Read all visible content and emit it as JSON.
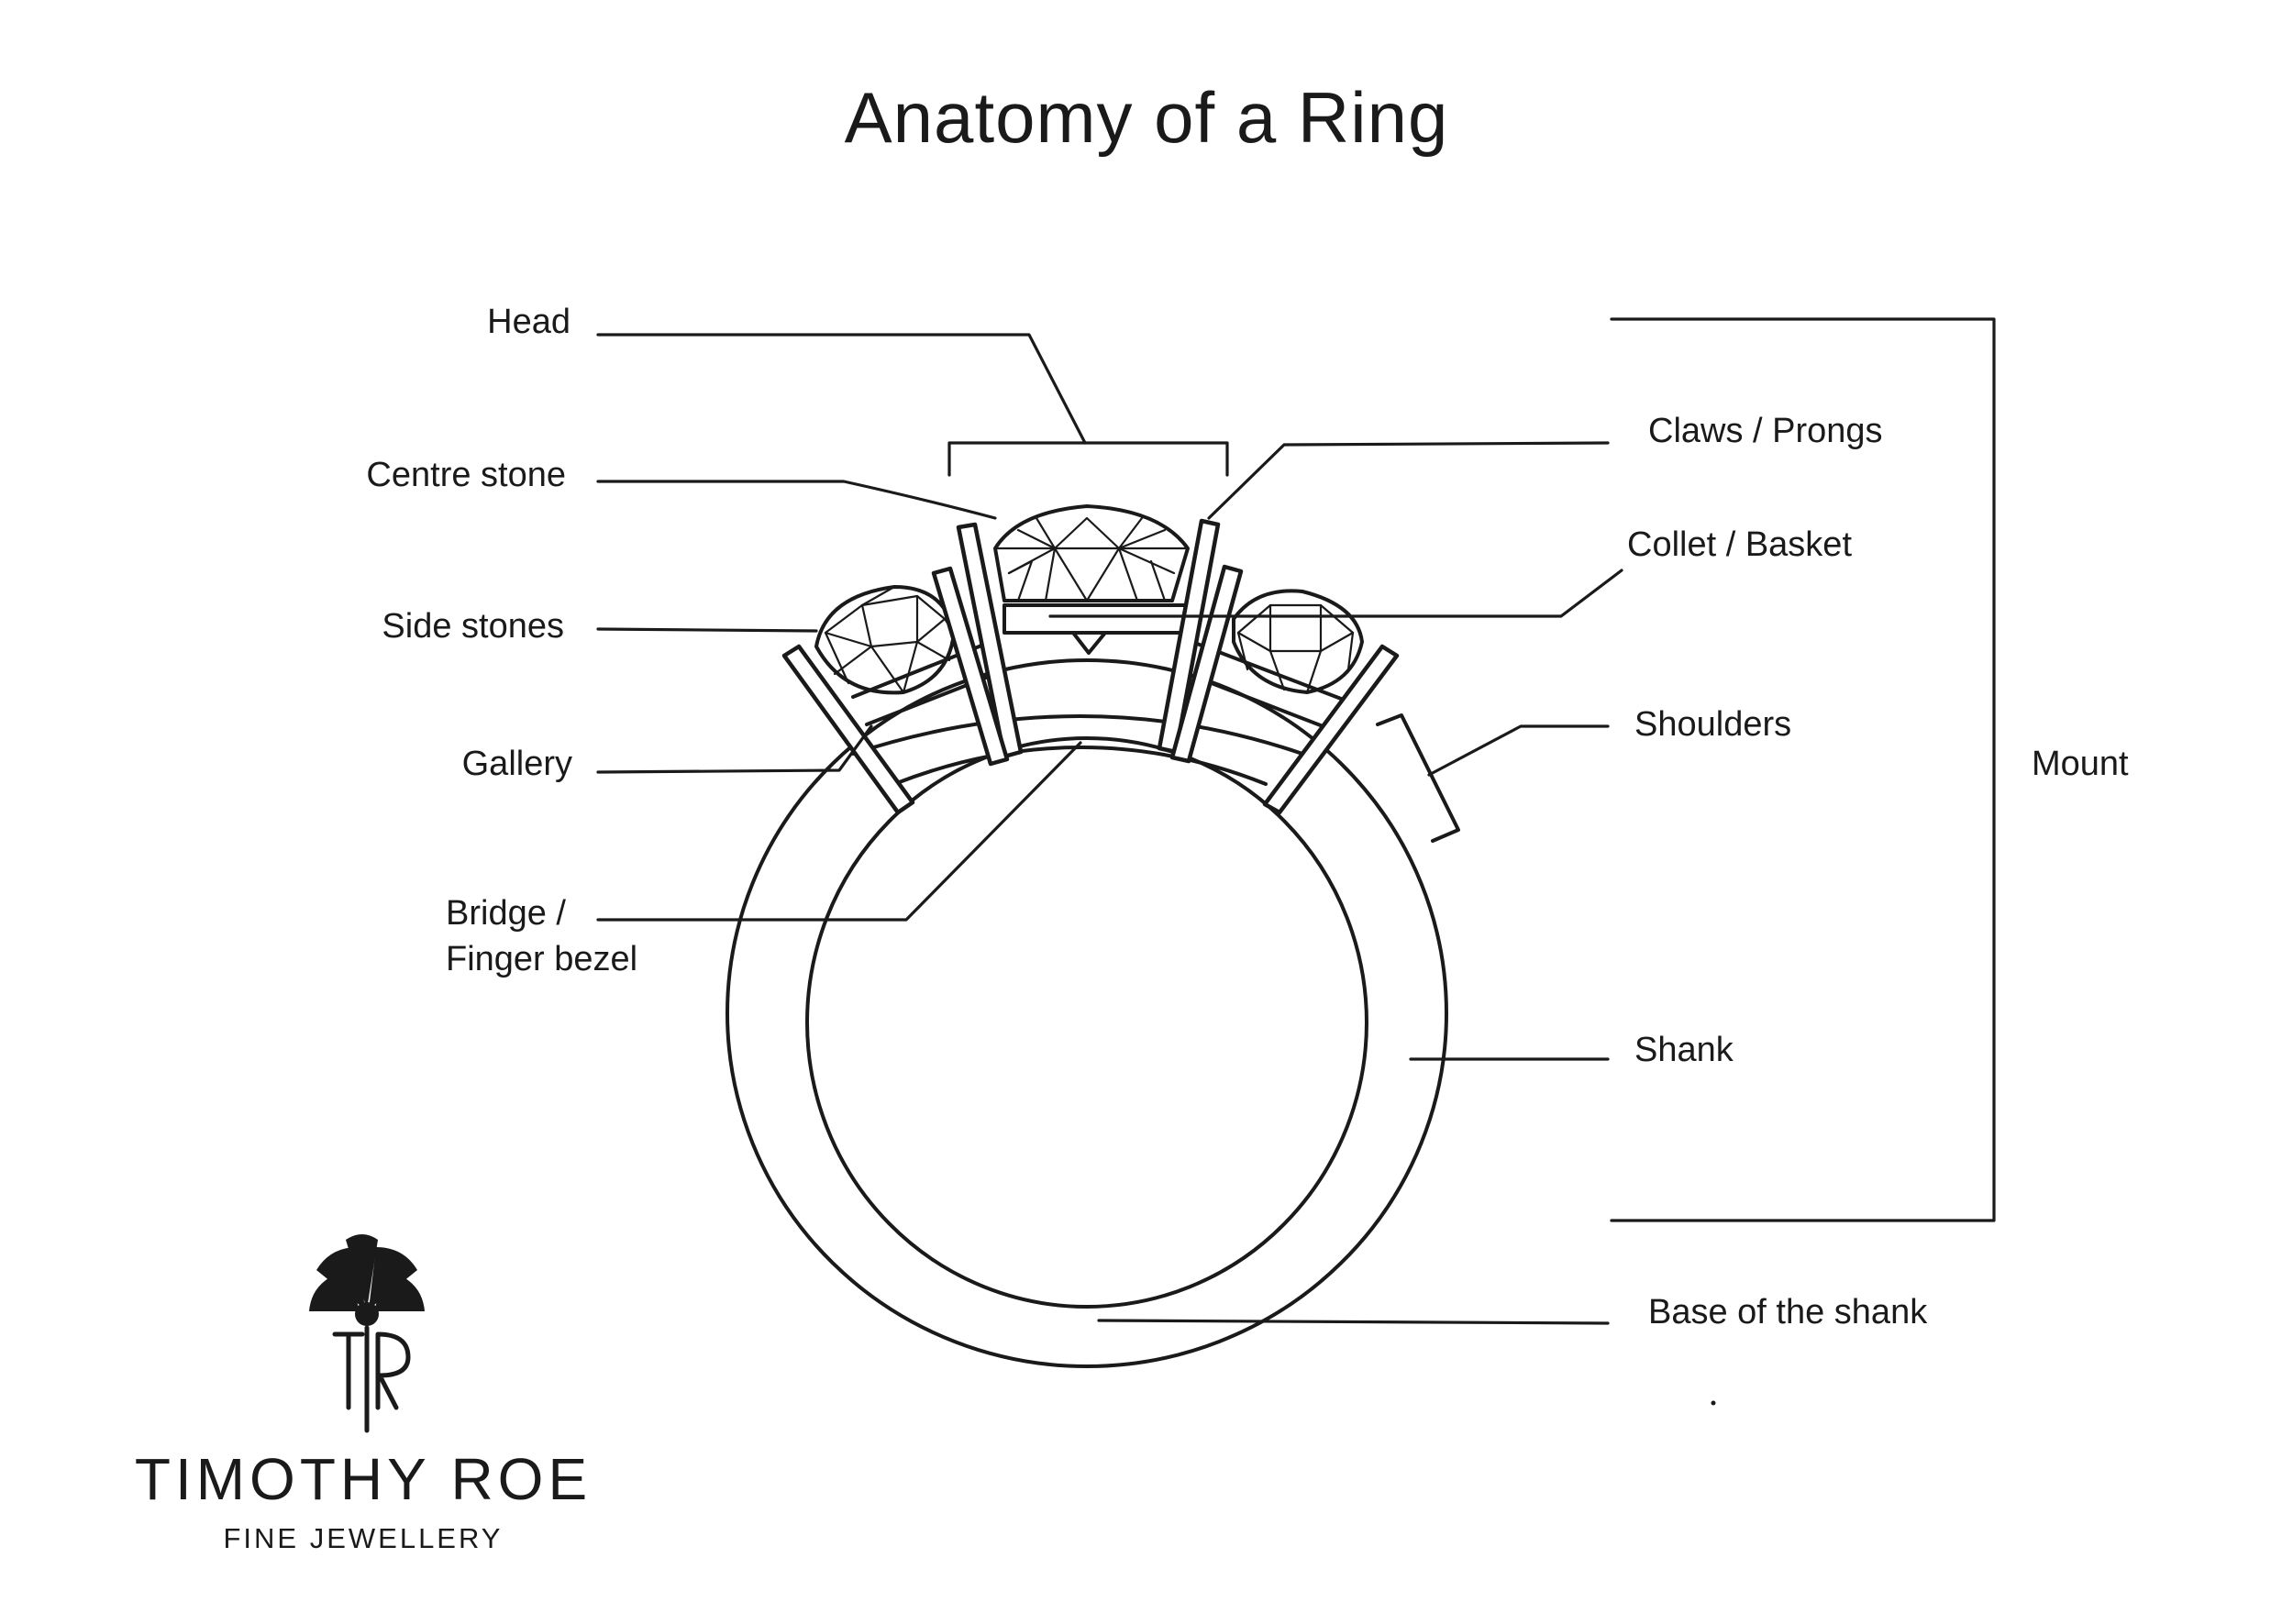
{
  "title": "Anatomy of a Ring",
  "labels": {
    "head": "Head",
    "centre_stone": "Centre stone",
    "side_stones": "Side stones",
    "gallery": "Gallery",
    "bridge_line1": "Bridge /",
    "bridge_line2": "Finger bezel",
    "claws": "Claws / Prongs",
    "collet": "Collet / Basket",
    "shoulders": "Shoulders",
    "mount": "Mount",
    "shank": "Shank",
    "base": "Base of the shank"
  },
  "brand": {
    "monogram_icon": "tr-fan-monogram",
    "name": "TIMOTHY ROE",
    "subtitle": "FINE JEWELLERY"
  },
  "colors": {
    "ink": "#1a1a1a",
    "background": "#ffffff"
  }
}
